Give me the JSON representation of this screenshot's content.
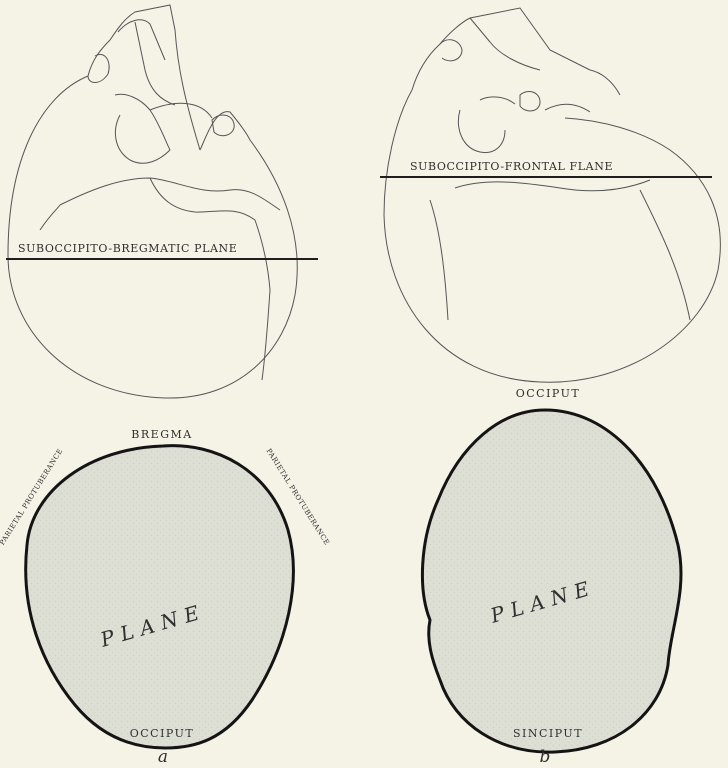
{
  "panels": [
    {
      "letter": "a",
      "plane_label": "SUBOCCIPITO-BREGMATIC  PLANE",
      "top_label": "BREGMA",
      "bottom_label": "OCCIPUT",
      "left_side_label": "PARIETAL PROTUBERANCE",
      "right_side_label": "PARIETAL PROTUBERANCE",
      "plane_word": "PLANE"
    },
    {
      "letter": "b",
      "plane_label": "SUBOCCIPITO-FRONTAL  FLANE",
      "top_label": "OCCIPUT",
      "bottom_label": "SINCIPUT",
      "plane_word": "PLANE"
    }
  ],
  "colors": {
    "paper": "#f5f2e6",
    "section_fill": "#dcdcd0",
    "ink": "#1e1e1e"
  }
}
